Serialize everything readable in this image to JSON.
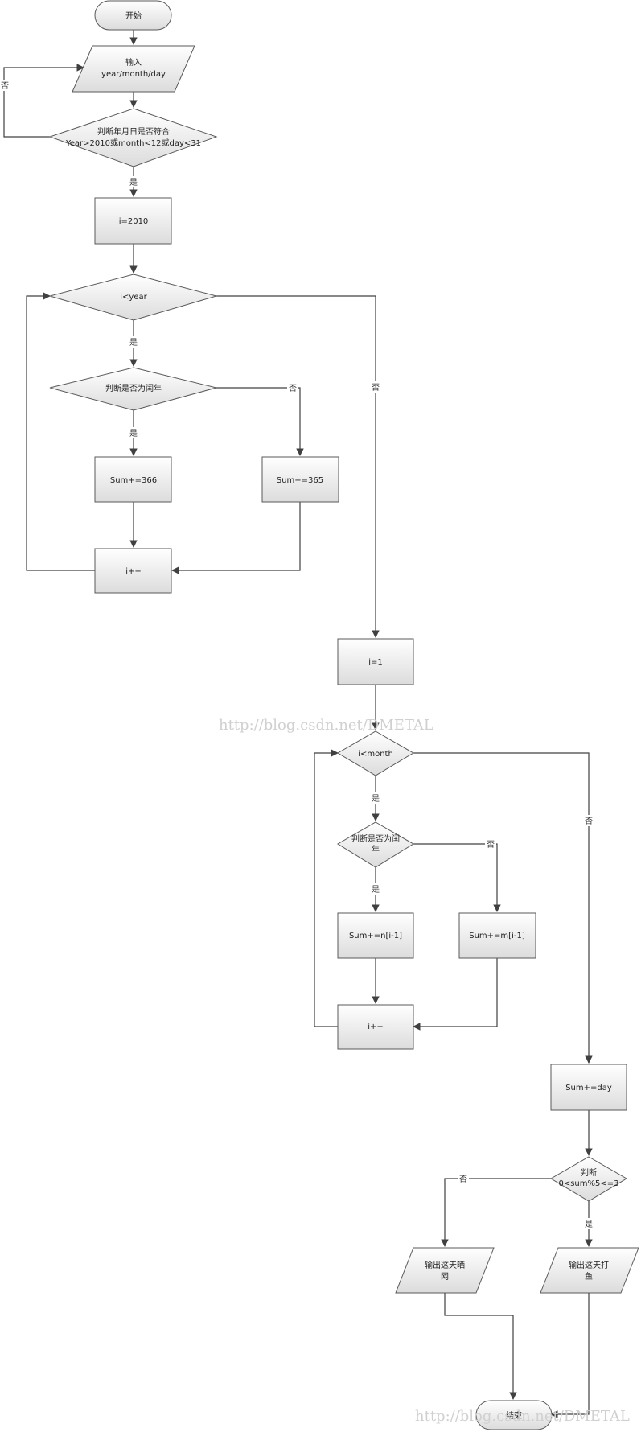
{
  "nodes": {
    "start": "开始",
    "input_1": "输入",
    "input_2": "year/month/day",
    "check_1": "判断年月日是否符合",
    "check_2": "Year>2010或month<12或day<31",
    "init_year": "i=2010",
    "loop_year": "i<year",
    "leap1": "判断是否为闰年",
    "sum366": "Sum+=366",
    "sum365": "Sum+=365",
    "inc1": "i++",
    "init_month": "i=1",
    "loop_month": "i<month",
    "leap2_1": "判断是否为闰",
    "leap2_2": "年",
    "sum_n": "Sum+=n[i-1]",
    "sum_m": "Sum+=m[i-1]",
    "inc2": "i++",
    "sum_day": "Sum+=day",
    "judge_1": "判断",
    "judge_2": "0<sum%5<=3",
    "net_1": "输出这天晒",
    "net_2": "网",
    "fish_1": "输出这天打",
    "fish_2": "鱼",
    "end": "结束"
  },
  "labels": {
    "yes": "是",
    "no": "否"
  },
  "watermark": "http://blog.csdn.net/DMETAL"
}
